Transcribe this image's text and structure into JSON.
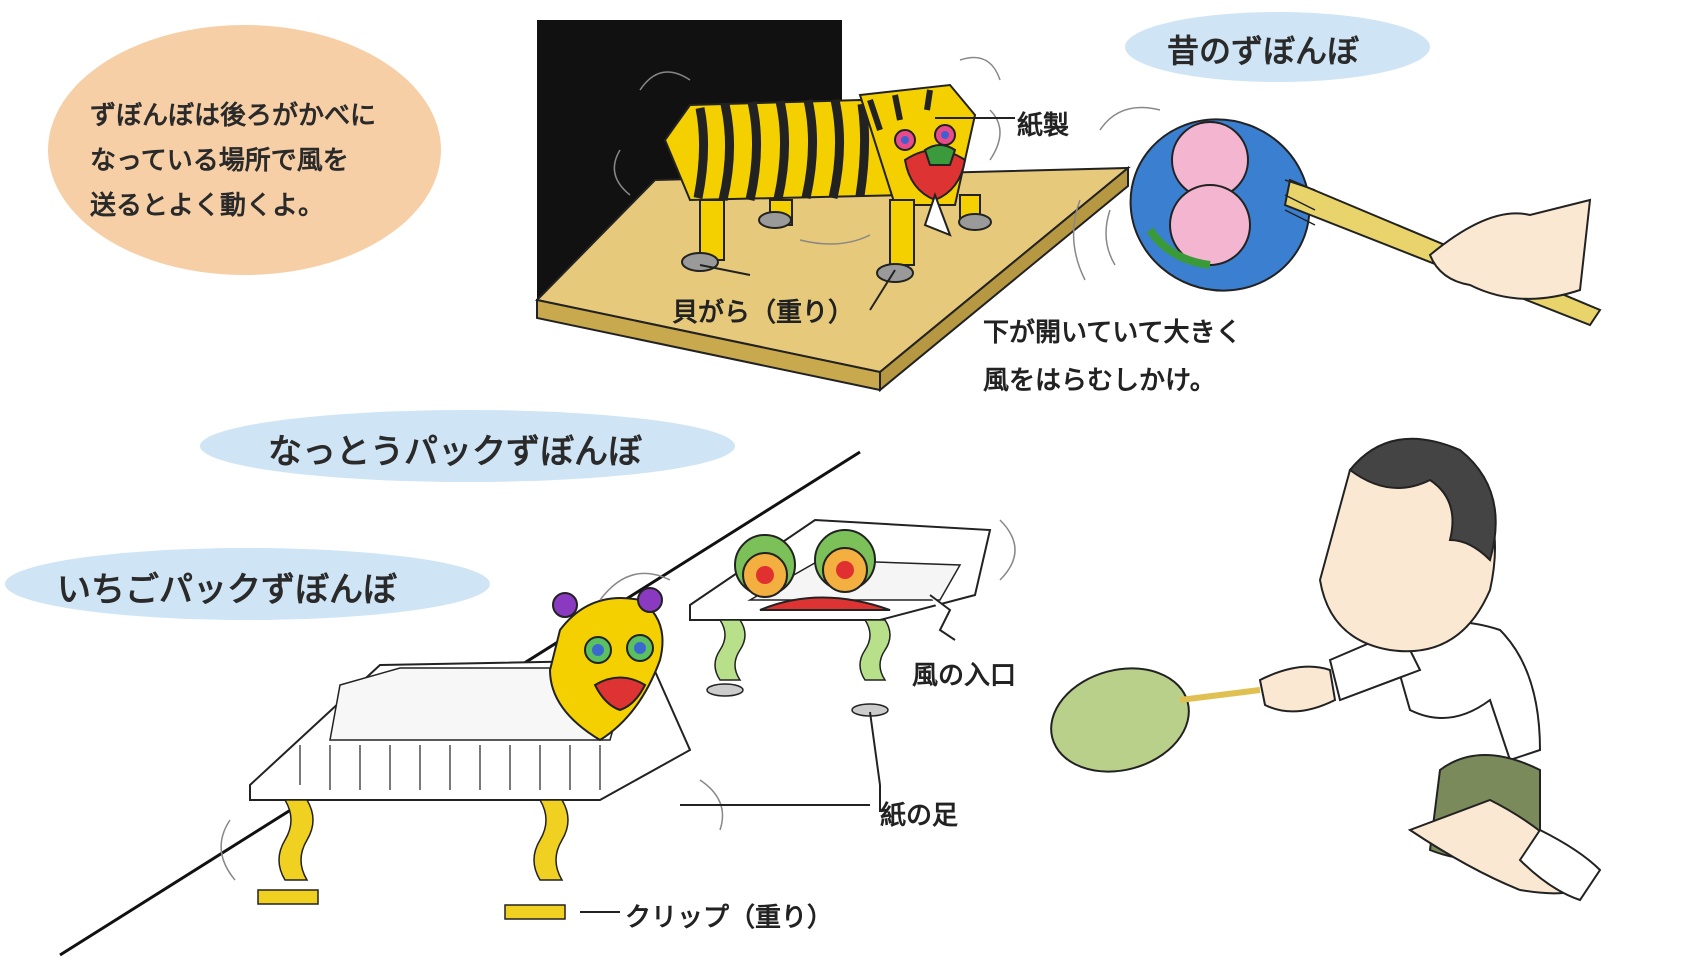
{
  "intro_bubble": {
    "lines": [
      "ずぼんぼは後ろがかべに",
      "なっている場所で風を",
      "送るとよく動くよ。"
    ],
    "color": "#f7cfa6"
  },
  "titles": {
    "old": "昔のずぼんぼ",
    "natto": "なっとうパックずぼんぼ",
    "strawberry": "いちごパックずぼんぼ",
    "bubble_color": "#cfe4f5"
  },
  "labels": {
    "paper_made": "紙製",
    "shell_weight": "貝がら（重り）",
    "open_bottom_line1": "下が開いていて大きく",
    "open_bottom_line2": "風をはらむしかけ。",
    "wind_inlet": "風の入口",
    "paper_legs": "紙の足",
    "clip_weight": "クリップ（重り）"
  },
  "colors": {
    "board": "#e6c97a",
    "wall": "#111111",
    "tiger_yellow": "#f4d000",
    "leg_yellow": "#f0d020",
    "leg_green": "#b8e08a",
    "flower_pink": "#f3b5d0",
    "fan_blue": "#3b7fd0",
    "skin": "#fbe8d2"
  },
  "icons": [
    "tiger-paper-toy",
    "round-fan",
    "natto-pack-toy",
    "strawberry-pack-toy",
    "boy-figure"
  ]
}
